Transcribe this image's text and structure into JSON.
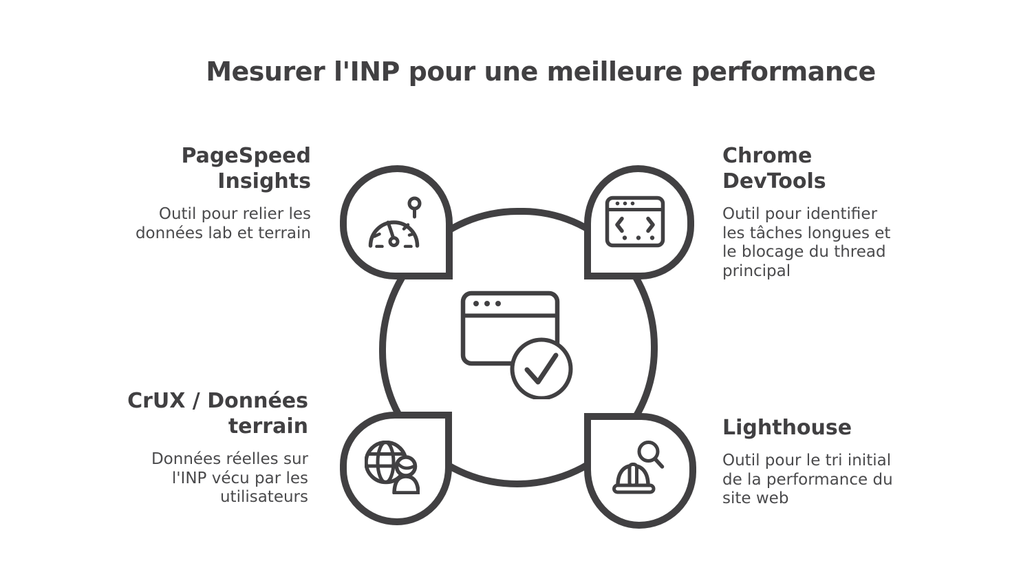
{
  "title": "Mesurer l'INP pour une meilleure performance",
  "colors": {
    "ink": "#414042",
    "body_text": "#4a4a4c",
    "background": "#ffffff"
  },
  "center": {
    "icon": "browser-check-icon"
  },
  "cards": [
    {
      "name": "PageSpeed Insights",
      "position": "top-left",
      "icon": "speedometer-icon",
      "title_lines": [
        "PageSpeed",
        "Insights"
      ],
      "desc_lines": [
        "Outil pour relier les",
        "données lab et terrain"
      ]
    },
    {
      "name": "Chrome DevTools",
      "position": "top-right",
      "icon": "code-window-icon",
      "title_lines": [
        "Chrome",
        "DevTools"
      ],
      "desc_lines": [
        "Outil pour identifier",
        "les tâches longues et",
        "le blocage du thread",
        "principal"
      ]
    },
    {
      "name": "CrUX / Données terrain",
      "position": "bottom-left",
      "icon": "globe-user-icon",
      "title_lines": [
        "CrUX / Données",
        "terrain"
      ],
      "desc_lines": [
        "Données réelles sur",
        "l'INP vécu par les",
        "utilisateurs"
      ]
    },
    {
      "name": "Lighthouse",
      "position": "bottom-right",
      "icon": "hardhat-search-icon",
      "title_lines": [
        "Lighthouse"
      ],
      "desc_lines": [
        "Outil pour le tri initial",
        "de la performance du",
        "site web"
      ]
    }
  ]
}
